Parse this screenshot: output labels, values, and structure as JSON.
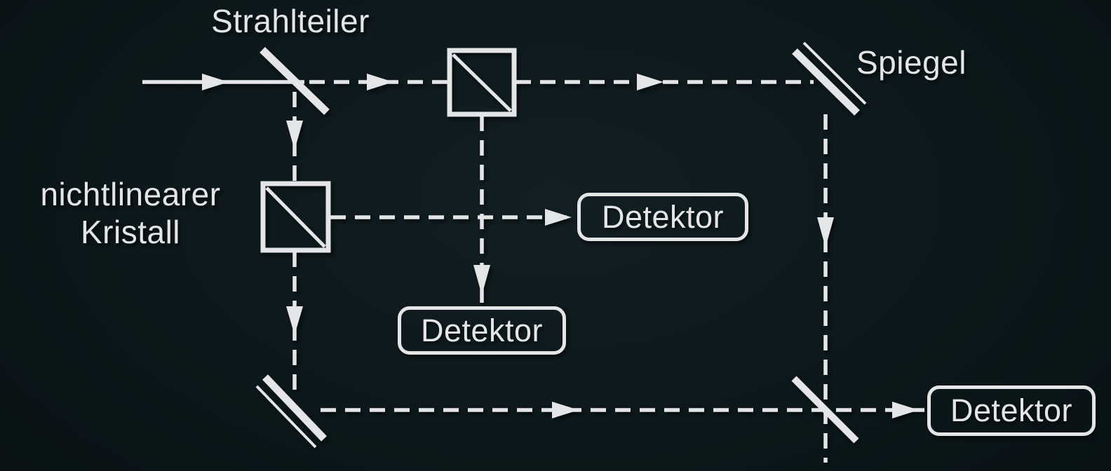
{
  "colors": {
    "bg": "#0a1518",
    "bg2": "#121f23",
    "ink": "#e3e5e6"
  },
  "diagram": {
    "beam_splitter_label": "Strahlteiler",
    "mirror_label": "Spiegel",
    "crystal_label_line1": "nichtlinearer",
    "crystal_label_line2": "Kristall",
    "detectors": [
      {
        "label": "Detektor"
      },
      {
        "label": "Detektor"
      },
      {
        "label": "Detektor"
      }
    ]
  }
}
